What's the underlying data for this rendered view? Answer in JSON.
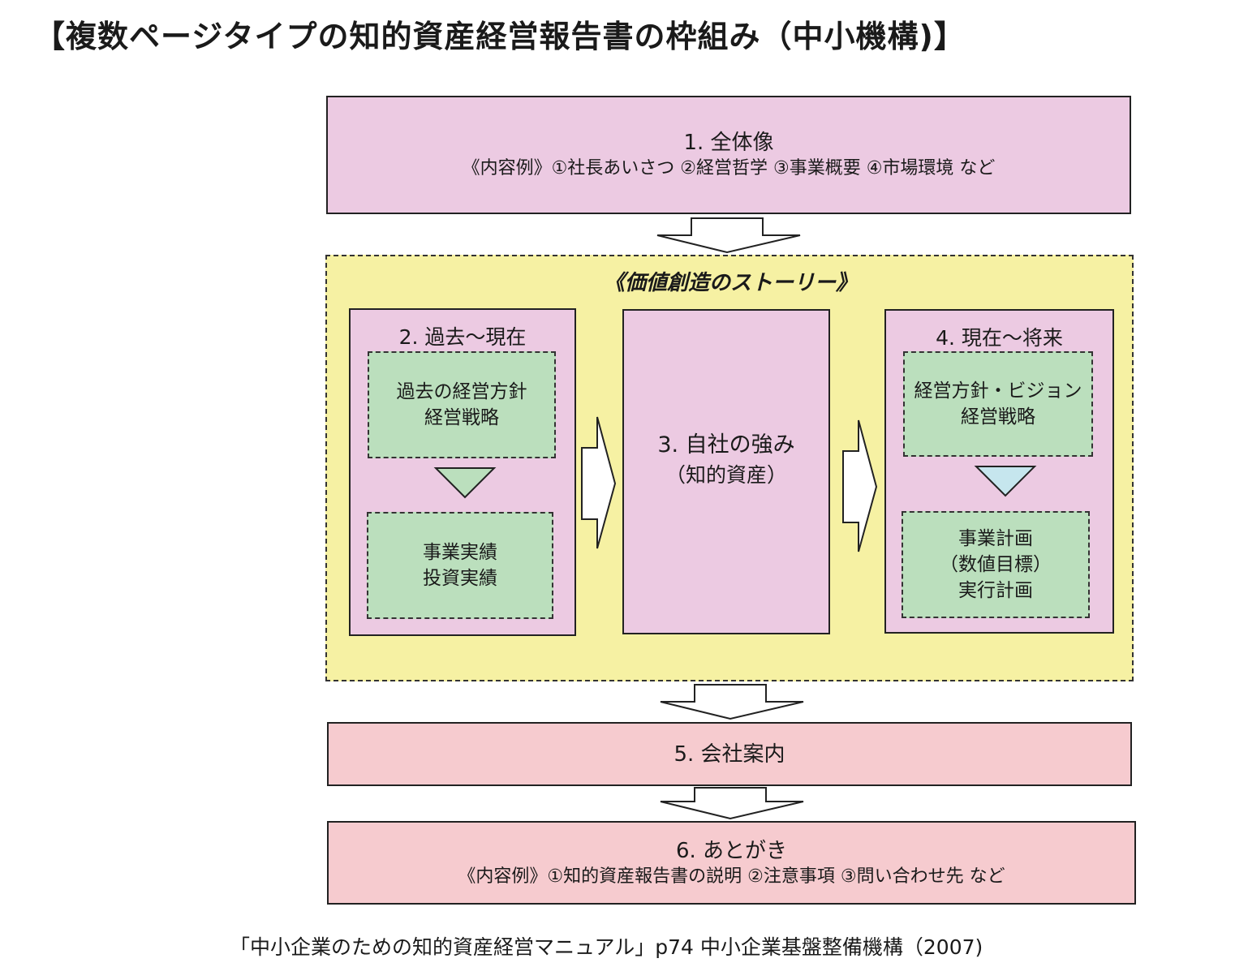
{
  "title": "【複数ページタイプの知的資産経営報告書の枠組み（中小機構)】",
  "section1": {
    "heading": "1. 全体像",
    "examples": "《内容例》①社長あいさつ ②経営哲学 ③事業概要 ④市場環境 など"
  },
  "story": {
    "label": "《価値創造のストーリー》",
    "past": {
      "heading": "2. 過去～現在",
      "top_lines": [
        "過去の経営方針",
        "経営戦略"
      ],
      "bottom_lines": [
        "事業実績",
        "投資実績"
      ]
    },
    "strengths": {
      "heading": "3. 自社の強み",
      "subheading": "（知的資産）"
    },
    "future": {
      "heading": "4. 現在～将来",
      "top_lines": [
        "経営方針・ビジョン",
        "経営戦略"
      ],
      "bottom_lines": [
        "事業計画",
        "（数値目標）",
        "実行計画"
      ]
    }
  },
  "section5": {
    "heading": "5. 会社案内"
  },
  "section6": {
    "heading": "6. あとがき",
    "examples": "《内容例》①知的資産報告書の説明 ②注意事項 ③問い合わせ先 など"
  },
  "citation": "「中小企業のための知的資産経営マニュアル」p74 中小企業基盤整備機構（2007)",
  "colors": {
    "pink": "#eccae2",
    "rose": "#f6cbcf",
    "green": "#bbdfbd",
    "yellow": "#f6f1a3",
    "triangle_green": "#bbdfbd",
    "triangle_blue": "#c6e6ee"
  }
}
